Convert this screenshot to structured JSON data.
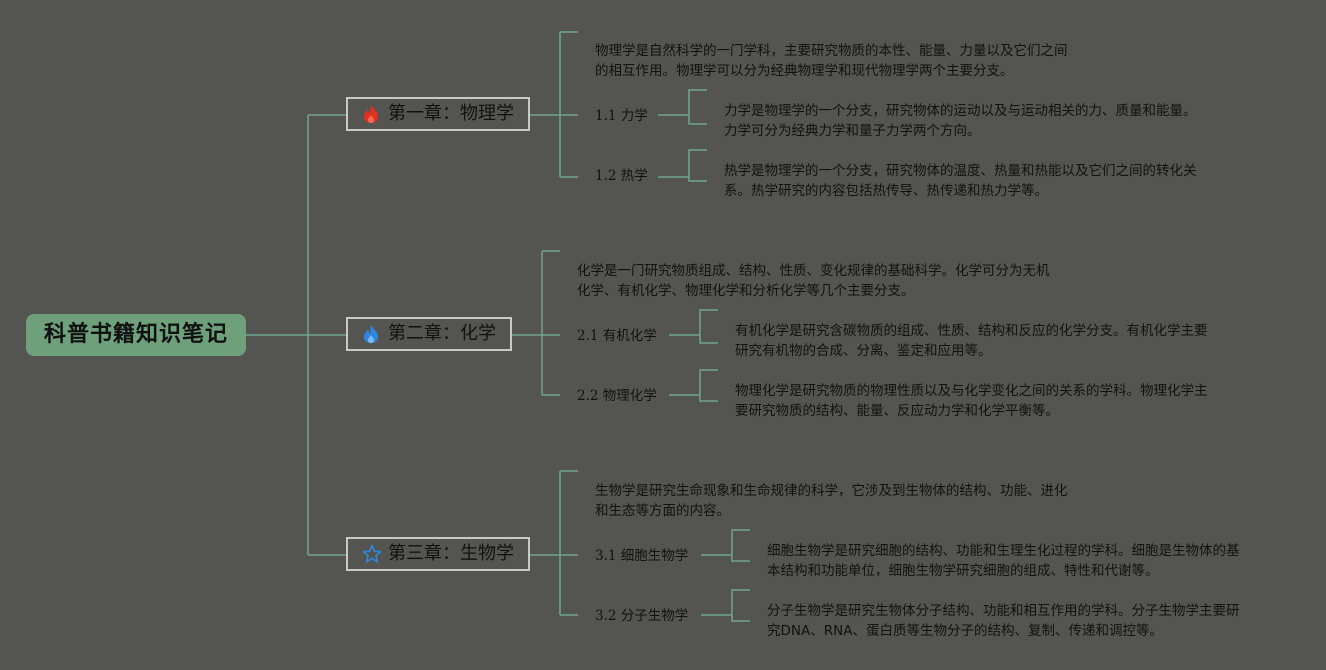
{
  "root": {
    "title": "科普书籍知识笔记",
    "color": "#6ea07c"
  },
  "colors": {
    "background": "#545551",
    "line": "#6ea595",
    "fire_red": "#e0301e",
    "fire_blue": "#2d87e0"
  },
  "chapters": [
    {
      "title": "第一章：物理学",
      "icon": "fire-icon-red",
      "desc": [
        "物理学是自然科学的一门学科，主要研究物质的本性、能量、力量以及它们之间",
        "的相互作用。物理学可以分为经典物理学和现代物理学两个主要分支。"
      ],
      "subs": [
        {
          "label": "1.1 力学",
          "desc": [
            "力学是物理学的一个分支，研究物体的运动以及与运动相关的力、质量和能量。",
            "力学可分为经典力学和量子力学两个方向。"
          ]
        },
        {
          "label": "1.2 热学",
          "desc": [
            "热学是物理学的一个分支，研究物体的温度、热量和热能以及它们之间的转化关",
            "系。热学研究的内容包括热传导、热传递和热力学等。"
          ]
        }
      ]
    },
    {
      "title": "第二章：化学",
      "icon": "fire-icon-blue",
      "desc": [
        "化学是一门研究物质组成、结构、性质、变化规律的基础科学。化学可分为无机",
        "化学、有机化学、物理化学和分析化学等几个主要分支。"
      ],
      "subs": [
        {
          "label": "2.1 有机化学",
          "desc": [
            "有机化学是研究含碳物质的组成、性质、结构和反应的化学分支。有机化学主要",
            "研究有机物的合成、分离、鉴定和应用等。"
          ]
        },
        {
          "label": "2.2 物理化学",
          "desc": [
            "物理化学是研究物质的物理性质以及与化学变化之间的关系的学科。物理化学主",
            "要研究物质的结构、能量、反应动力学和化学平衡等。"
          ]
        }
      ]
    },
    {
      "title": "第三章：生物学",
      "icon": "star-icon",
      "desc": [
        "生物学是研究生命现象和生命规律的科学，它涉及到生物体的结构、功能、进化",
        "和生态等方面的内容。"
      ],
      "subs": [
        {
          "label": "3.1 细胞生物学",
          "desc": [
            "细胞生物学是研究细胞的结构、功能和生理生化过程的学科。细胞是生物体的基",
            "本结构和功能单位，细胞生物学研究细胞的组成、特性和代谢等。"
          ]
        },
        {
          "label": "3.2 分子生物学",
          "desc": [
            "分子生物学是研究生物体分子结构、功能和相互作用的学科。分子生物学主要研",
            "究DNA、RNA、蛋白质等生物分子的结构、复制、传递和调控等。"
          ]
        }
      ]
    }
  ]
}
